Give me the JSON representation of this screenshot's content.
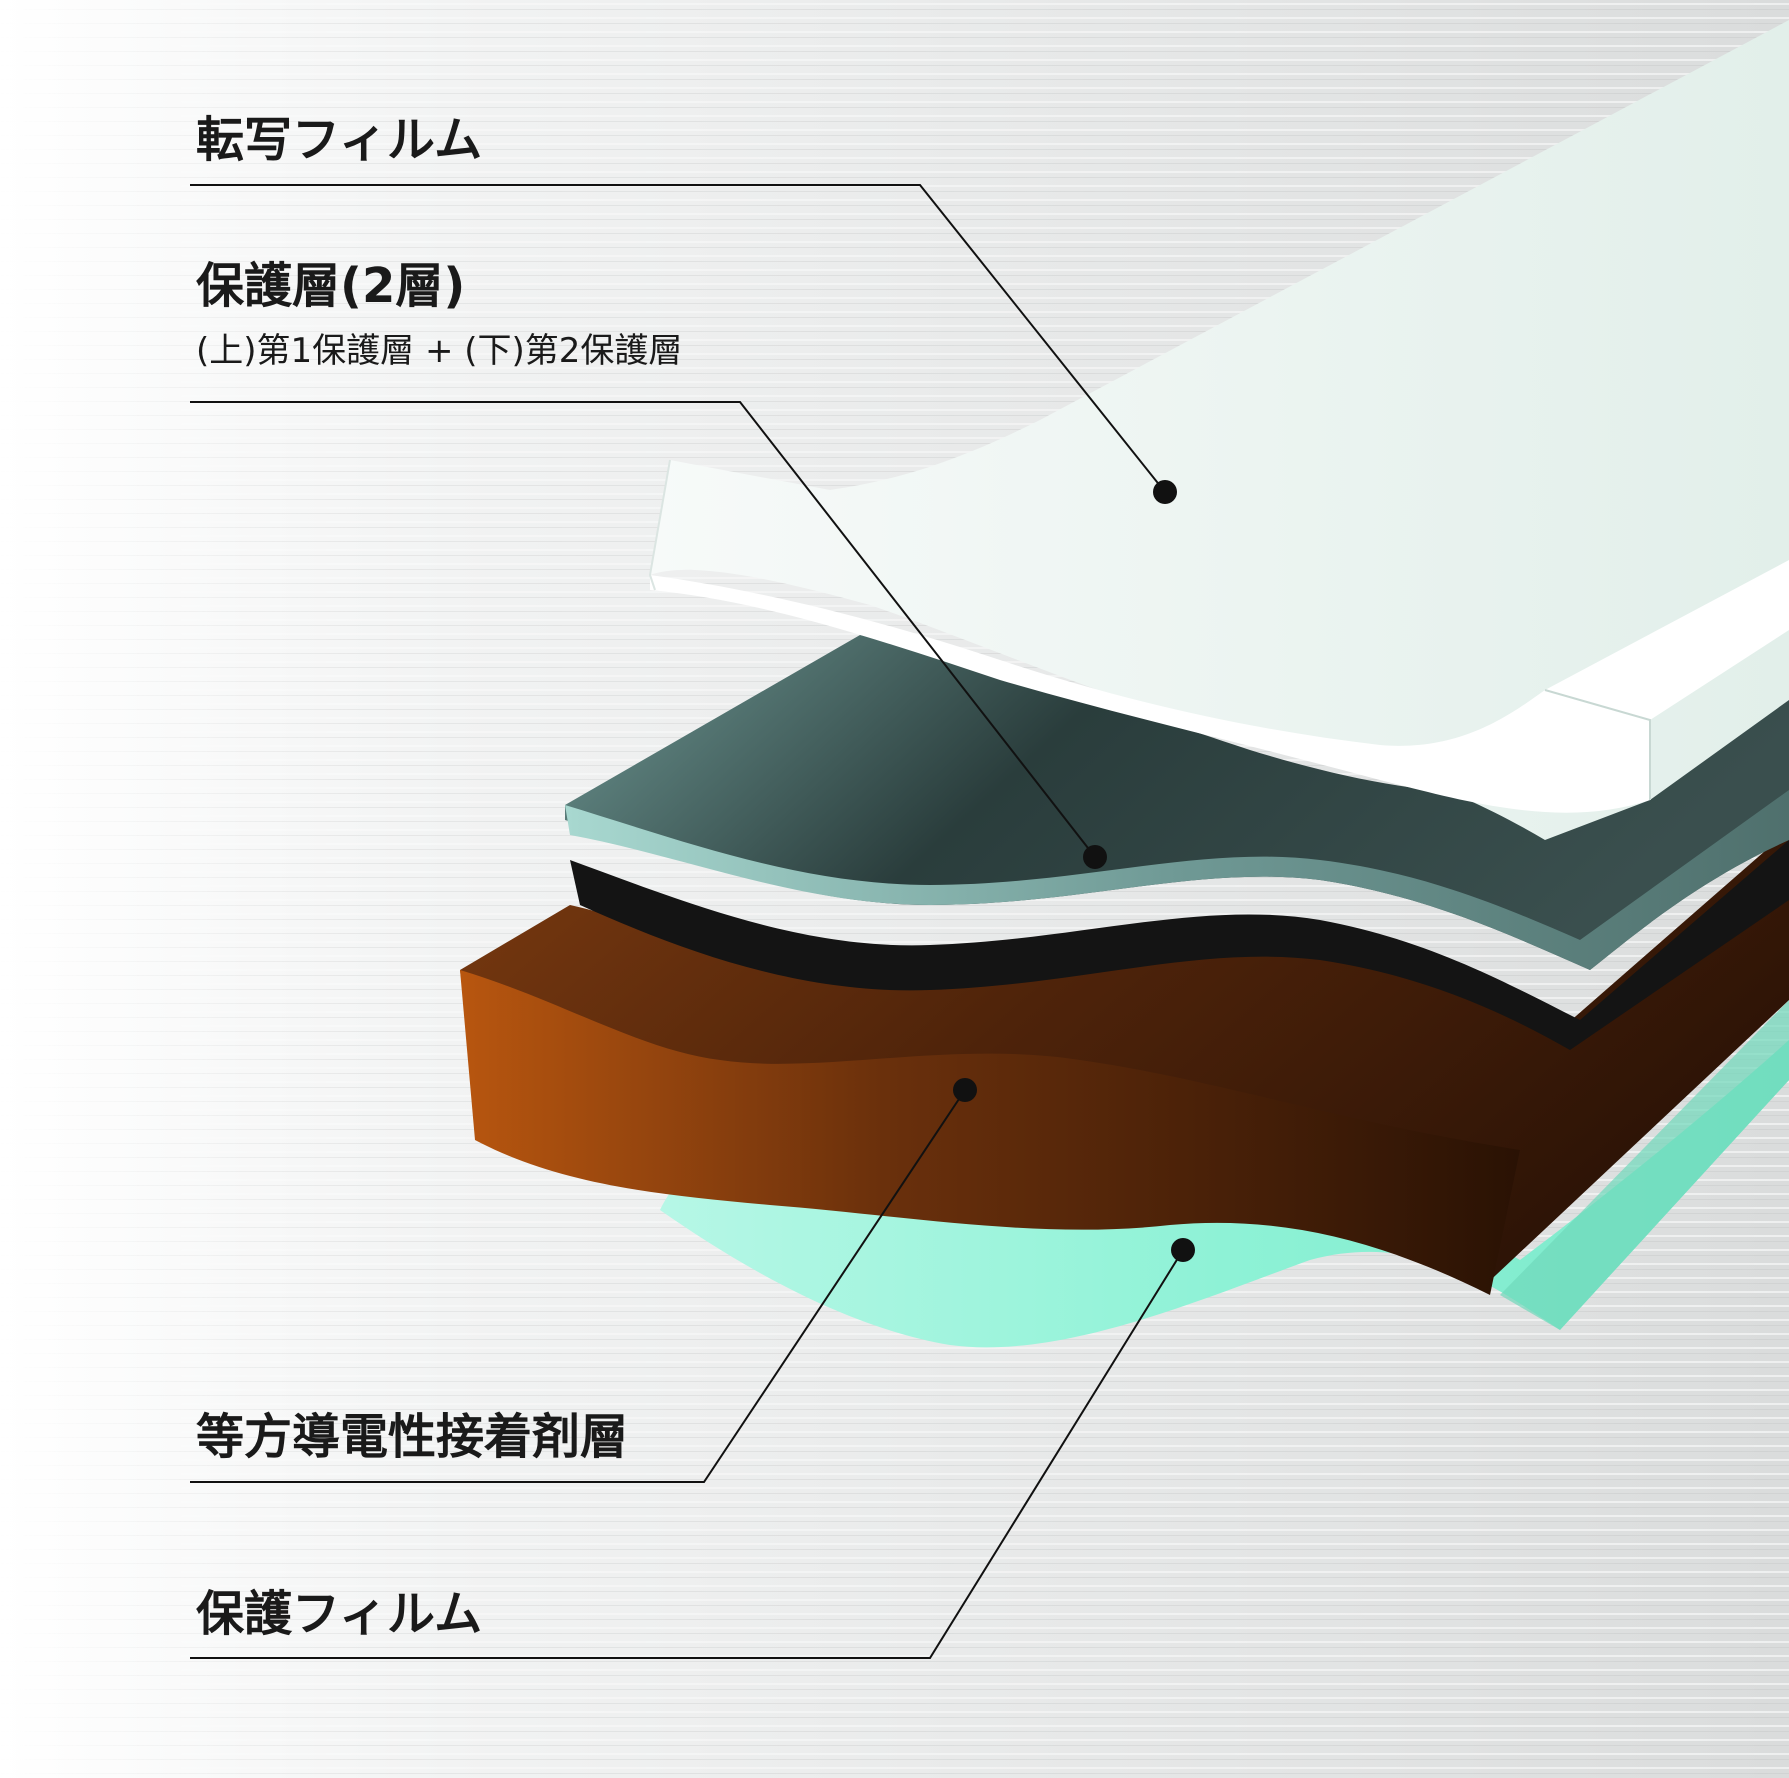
{
  "labels": {
    "transfer_film": "転写フィルム",
    "protective_layer": "保護層(2層)",
    "protective_layer_detail": "(上)第1保護層 + (下)第2保護層",
    "adhesive_layer": "等方導電性接着剤層",
    "protection_film": "保護フィルム"
  },
  "colors": {
    "transfer_film": "#eef6f3",
    "protective_top": "#5f8c88",
    "protective_bottom": "#141414",
    "adhesive": "#5a2a0c",
    "protection_film": "#8ef2d6",
    "leader": "#111111"
  }
}
